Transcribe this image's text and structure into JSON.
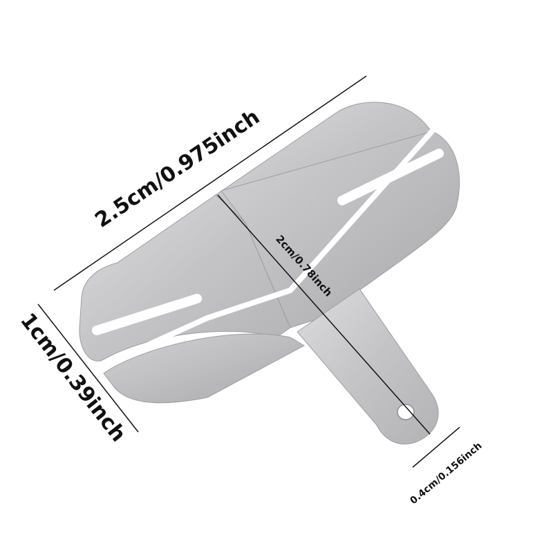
{
  "image": {
    "subject": "T-shaped metal nickel battery connector tab with two slotted wings and a tab with a hole",
    "colors": {
      "background": "#ffffff",
      "metal_light": "#d6d6d8",
      "metal_mid": "#bdbdc0",
      "metal_dark": "#a6a6a9",
      "line": "#111111"
    }
  },
  "dimensions": {
    "width_label": "2.5cm/0.975inch",
    "height_label": "1cm/0.39inch",
    "length_label": "2cm/0.78inch",
    "tab_label": "0.4cm/0.156inch"
  }
}
